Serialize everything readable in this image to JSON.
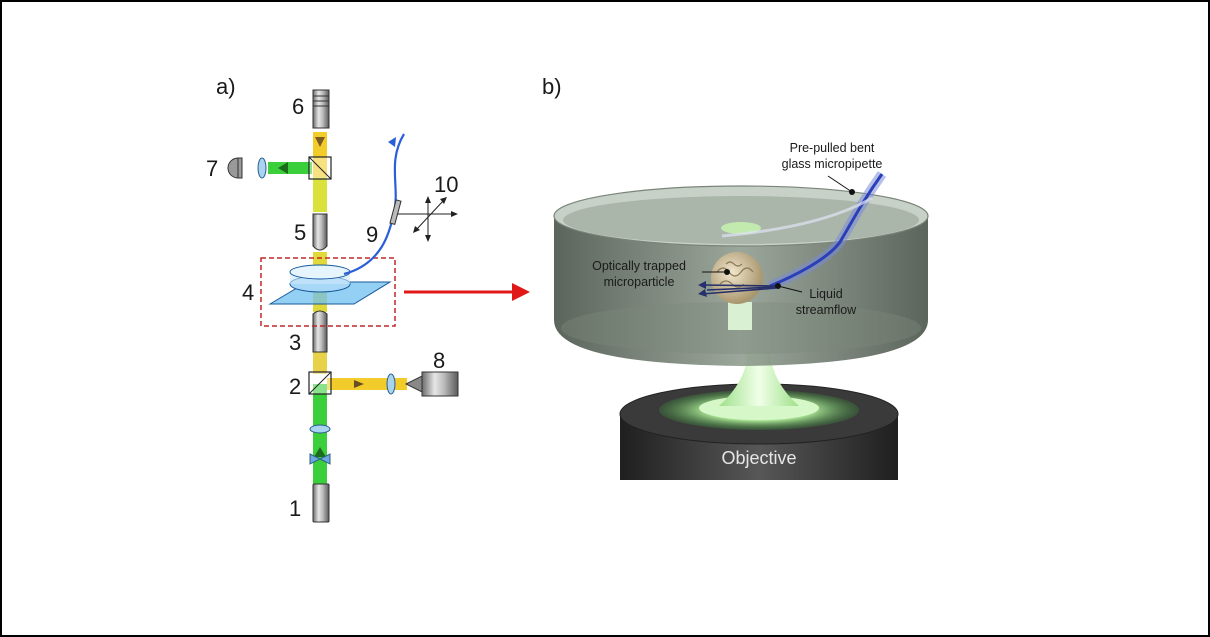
{
  "panel_a": {
    "label": "a)",
    "numbers": [
      "1",
      "2",
      "3",
      "4",
      "5",
      "6",
      "7",
      "8",
      "9",
      "10"
    ]
  },
  "panel_b": {
    "label": "b)",
    "callouts": {
      "micropipette_line1": "Pre-pulled bent",
      "micropipette_line2": "glass micropipette",
      "particle_line1": "Optically trapped",
      "particle_line2": "microparticle",
      "flow_line1": "Liquid",
      "flow_line2": "streamflow",
      "objective": "Objective"
    }
  },
  "colors": {
    "laser_green": "#3ccf3c",
    "beam_yellow": "#f2cc2a",
    "pipette_blue": "#2a5fd8",
    "highlight_box": "#c0282a",
    "arrow_red": "#e01818"
  }
}
